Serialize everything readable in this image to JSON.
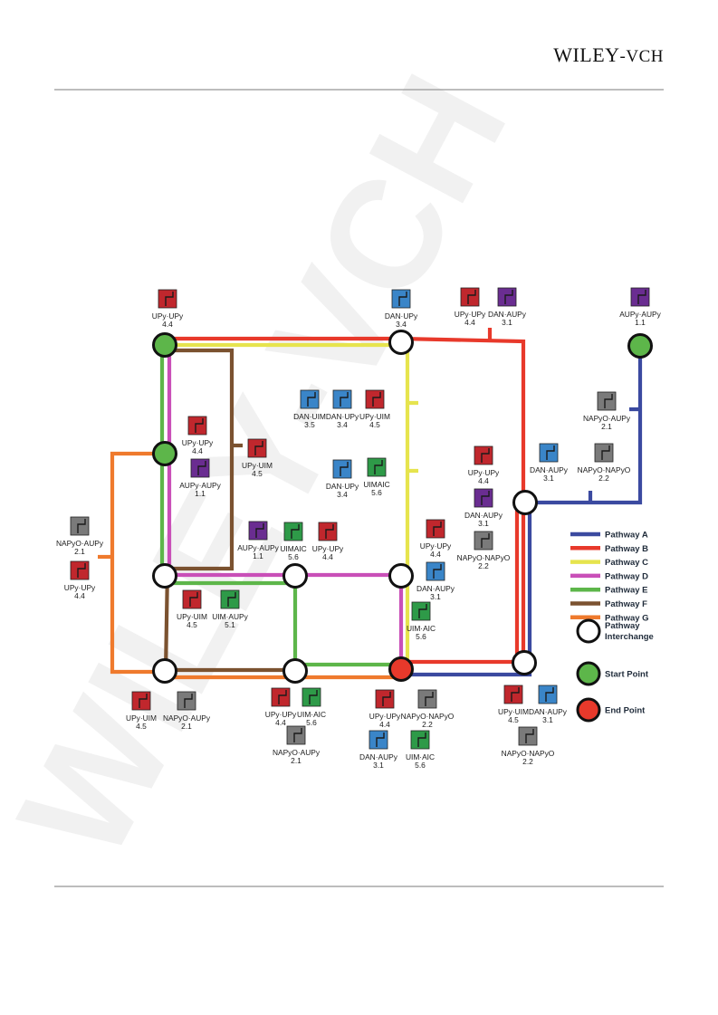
{
  "header": {
    "brand_a": "WILEY",
    "brand_b": "-VCH"
  },
  "watermark": "WILEY-VCH",
  "colors": {
    "pathway_a": "#3b4aa0",
    "pathway_b": "#e8392b",
    "pathway_c": "#e6e44e",
    "pathway_d": "#c94fb8",
    "pathway_e": "#5db64a",
    "pathway_f": "#7b5230",
    "pathway_g": "#ef7a2d",
    "start": "#5db64a",
    "end": "#e8392b"
  },
  "legend": [
    {
      "label": "Pathway A",
      "color": "#3b4aa0"
    },
    {
      "label": "Pathway B",
      "color": "#e8392b"
    },
    {
      "label": "Pathway C",
      "color": "#e6e44e"
    },
    {
      "label": "Pathway D",
      "color": "#c94fb8"
    },
    {
      "label": "Pathway E",
      "color": "#5db64a"
    },
    {
      "label": "Pathway F",
      "color": "#7b5230"
    },
    {
      "label": "Pathway G",
      "color": "#ef7a2d"
    }
  ],
  "legend_nodes": [
    {
      "label1": "Pathway",
      "label2": "Interchange",
      "kind": "interchange"
    },
    {
      "label1": "Start Point",
      "label2": "",
      "kind": "start"
    },
    {
      "label1": "End Point",
      "label2": "",
      "kind": "end"
    }
  ],
  "tiles": [
    {
      "icon": "upy-upy-icon",
      "color": "#c0272d",
      "name": "UPy·UPy",
      "value": "4.4"
    },
    {
      "icon": "dan-upy-icon",
      "color": "#3a85c8",
      "name": "DAN·UPy",
      "value": "3.4"
    },
    {
      "icon": "upy-upy-icon",
      "color": "#c0272d",
      "name": "UPy·UPy",
      "value": "4.4"
    },
    {
      "icon": "dan-aupy-icon",
      "color": "#6a2d91",
      "name": "DAN·AUPy",
      "value": "3.1"
    },
    {
      "icon": "aupy-aupy-icon",
      "color": "#6a2d91",
      "name": "AUPy·AUPy",
      "value": "1.1"
    },
    {
      "icon": "dan-uim-icon",
      "color": "#3a85c8",
      "name": "DAN·UIM",
      "value": "3.5"
    },
    {
      "icon": "dan-upy-icon",
      "color": "#3a85c8",
      "name": "DAN·UPy",
      "value": "3.4"
    },
    {
      "icon": "upy-uim-icon",
      "color": "#c0272d",
      "name": "UPy·UIM",
      "value": "4.5"
    },
    {
      "icon": "napyo-aupy-icon",
      "color": "#7a7a7a",
      "name": "NAPyO·AUPy",
      "value": "2.1"
    },
    {
      "icon": "upy-upy-icon",
      "color": "#c0272d",
      "name": "UPy·UPy",
      "value": "4.4"
    },
    {
      "icon": "upy-uim-icon",
      "color": "#c0272d",
      "name": "UPy·UIM",
      "value": "4.5"
    },
    {
      "icon": "aupy-aupy-icon",
      "color": "#6a2d91",
      "name": "AUPy·AUPy",
      "value": "1.1"
    },
    {
      "icon": "dan-upy-icon",
      "color": "#3a85c8",
      "name": "DAN·UPy",
      "value": "3.4"
    },
    {
      "icon": "uim-aic-icon",
      "color": "#2e9a48",
      "name": "UIMAIC",
      "value": "5.6"
    },
    {
      "icon": "upy-upy-icon",
      "color": "#c0272d",
      "name": "UPy·UPy",
      "value": "4.4"
    },
    {
      "icon": "dan-aupy-icon",
      "color": "#6a2d91",
      "name": "DAN·AUPy",
      "value": "3.1"
    },
    {
      "icon": "napyo-napyo-icon",
      "color": "#7a7a7a",
      "name": "NAPyO·NAPyO",
      "value": "2.2"
    },
    {
      "icon": "dan-aupy-icon",
      "color": "#3a85c8",
      "name": "DAN·AUPy",
      "value": "3.1"
    },
    {
      "icon": "upy-upy-icon",
      "color": "#c0272d",
      "name": "UPy·UPy",
      "value": "4.4"
    },
    {
      "icon": "napyo-aupy-icon",
      "color": "#7a7a7a",
      "name": "NAPyO·AUPy",
      "value": "2.1"
    },
    {
      "icon": "upy-upy-icon",
      "color": "#c0272d",
      "name": "UPy·UPy",
      "value": "4.4"
    },
    {
      "icon": "aupy-aupy-icon",
      "color": "#6a2d91",
      "name": "AUPy·AUPy",
      "value": "1.1"
    },
    {
      "icon": "uim-aic-icon",
      "color": "#2e9a48",
      "name": "UIMAIC",
      "value": "5.6"
    },
    {
      "icon": "upy-upy-icon",
      "color": "#c0272d",
      "name": "UPy·UPy",
      "value": "4.4"
    },
    {
      "icon": "napyo-napyo-icon",
      "color": "#7a7a7a",
      "name": "NAPyO·NAPyO",
      "value": "2.2"
    },
    {
      "icon": "dan-upy-icon",
      "color": "#3a85c8",
      "name": "DAN·AUPy",
      "value": "3.1"
    },
    {
      "icon": "uim-aic-icon",
      "color": "#2e9a48",
      "name": "UIM·AIC",
      "value": "5.6"
    },
    {
      "icon": "upy-uim-icon",
      "color": "#c0272d",
      "name": "UPy·UIM",
      "value": "4.5"
    },
    {
      "icon": "uim-aupy-icon",
      "color": "#2e9a48",
      "name": "UIM·AUPy",
      "value": "5.1"
    },
    {
      "icon": "upy-uim-icon",
      "color": "#c0272d",
      "name": "UPy·UIM",
      "value": "4.5"
    },
    {
      "icon": "napyo-aupy-icon",
      "color": "#7a7a7a",
      "name": "NAPyO·AUPy",
      "value": "2.1"
    },
    {
      "icon": "upy-upy-icon",
      "color": "#c0272d",
      "name": "UPy·UPy",
      "value": "4.4"
    },
    {
      "icon": "uim-aic-icon",
      "color": "#2e9a48",
      "name": "UIM·AIC",
      "value": "5.6"
    },
    {
      "icon": "napyo-aupy-icon",
      "color": "#7a7a7a",
      "name": "NAPyO·AUPy",
      "value": "2.1"
    },
    {
      "icon": "upy-upy-icon",
      "color": "#c0272d",
      "name": "UPy·UPy",
      "value": "4.4"
    },
    {
      "icon": "napyo-napyo-icon",
      "color": "#7a7a7a",
      "name": "NAPyO·NAPyO",
      "value": "2.2"
    },
    {
      "icon": "dan-aupy-icon",
      "color": "#3a85c8",
      "name": "DAN·AUPy",
      "value": "3.1"
    },
    {
      "icon": "uim-aic-icon",
      "color": "#2e9a48",
      "name": "UIM·AIC",
      "value": "5.6"
    },
    {
      "icon": "upy-uim-icon",
      "color": "#c0272d",
      "name": "UPy·UIM",
      "value": "4.5"
    },
    {
      "icon": "dan-aupy-icon",
      "color": "#3a85c8",
      "name": "DAN·AUPy",
      "value": "3.1"
    },
    {
      "icon": "napyo-napyo-icon",
      "color": "#7a7a7a",
      "name": "NAPyO·NAPyO",
      "value": "2.2"
    }
  ]
}
